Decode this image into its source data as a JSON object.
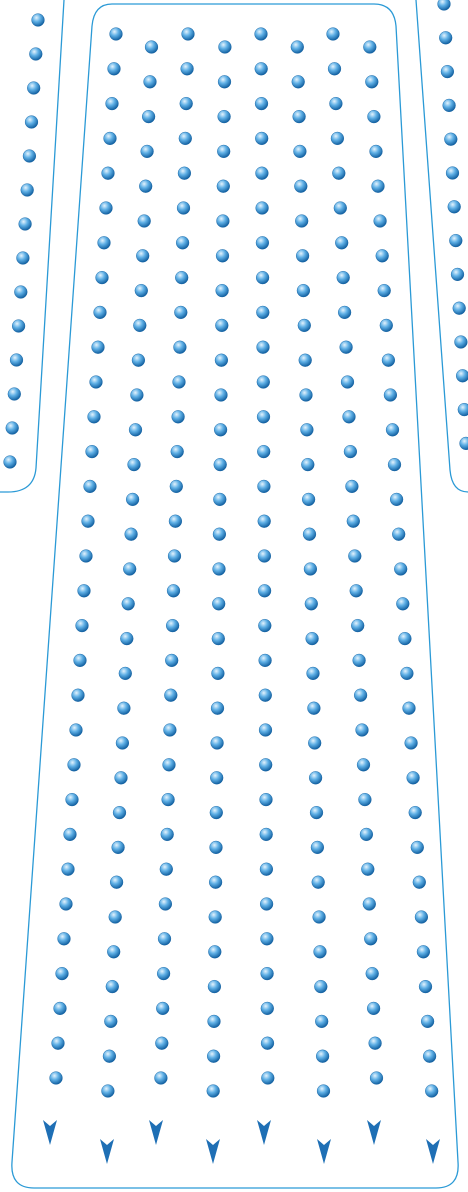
{
  "colors": {
    "background": "#ffffff",
    "outline": "#2b9ad6",
    "particle_light": "#e4f3fd",
    "particle_mid": "#5fb0e6",
    "particle_dark": "#0f5d9e",
    "arrow": "#1e6fb5"
  },
  "central_channel": {
    "columns": 8,
    "rows": 31,
    "flow_direction": "down",
    "arrow_icon": "arrowhead-down-icon"
  },
  "left_side_panel": {
    "columns": 1,
    "rows": 14
  },
  "right_side_panel": {
    "columns": 1,
    "rows": 14
  },
  "particle_icon": "sphere-icon"
}
